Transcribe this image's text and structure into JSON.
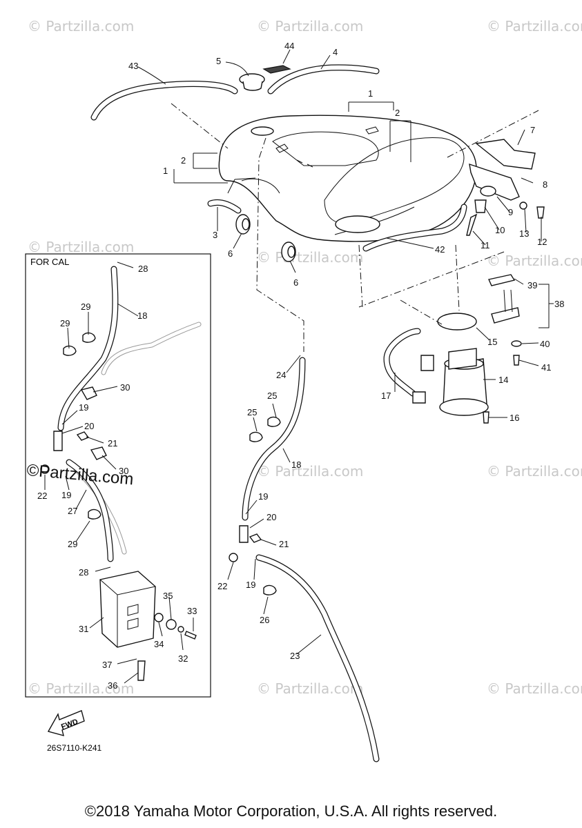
{
  "watermark": "© Partzilla.com",
  "big_watermark": "©Partzilla.com",
  "box_label": "FOR CAL",
  "fwd_label": "FWD",
  "diagram_code": "26S7110-K241",
  "copyright": "©2018 Yamaha Motor Corporation, U.S.A. All rights reserved.",
  "callouts": {
    "c1a": "1",
    "c1b": "1",
    "c2a": "2",
    "c2b": "2",
    "c3": "3",
    "c4": "4",
    "c5": "5",
    "c6a": "6",
    "c6b": "6",
    "c7": "7",
    "c8": "8",
    "c9": "9",
    "c10": "10",
    "c11": "11",
    "c12": "12",
    "c13": "13",
    "c14": "14",
    "c15": "15",
    "c16": "16",
    "c17": "17",
    "c18a": "18",
    "c18b": "18",
    "c19a": "19",
    "c19b": "19",
    "c19c": "19",
    "c19d": "19",
    "c20a": "20",
    "c20b": "20",
    "c21a": "21",
    "c21b": "21",
    "c22a": "22",
    "c22b": "22",
    "c23": "23",
    "c24": "24",
    "c25a": "25",
    "c25b": "25",
    "c26": "26",
    "c27": "27",
    "c28a": "28",
    "c28b": "28",
    "c29a": "29",
    "c29b": "29",
    "c29c": "29",
    "c30a": "30",
    "c30b": "30",
    "c31": "31",
    "c32": "32",
    "c33": "33",
    "c34": "34",
    "c35": "35",
    "c36": "36",
    "c37": "37",
    "c38": "38",
    "c39": "39",
    "c40": "40",
    "c41": "41",
    "c42": "42",
    "c43": "43",
    "c44": "44"
  }
}
